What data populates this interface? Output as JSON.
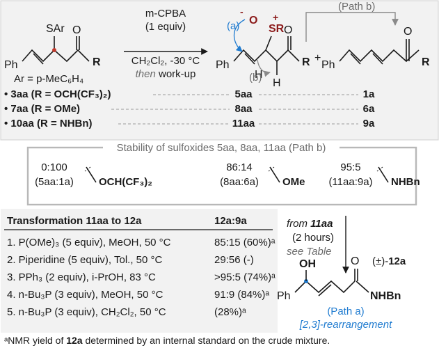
{
  "reaction": {
    "sm_phenyl": "Ph",
    "sm_sar": "SAr",
    "sm_oxygen": "O",
    "sm_r": "R",
    "sm_ar_def": "Ar = p-MeC₆H₄",
    "reagent": "m-CPBA",
    "equiv": "(1 equiv)",
    "reagent_amount": "",
    "conditions": "CH₂Cl₂, -30 °C",
    "then": "then",
    "workup": "work-up",
    "int_phenyl": "Ph",
    "int_oxygen": "O",
    "int_r": "R",
    "int_h1": "H",
    "int_h2": "H",
    "oxide_o": "O",
    "oxide_minus": "-",
    "sulfonium_sr": "SR",
    "sulfonium_plus": "+",
    "curve_a": "(a)",
    "curve_b": "(b)",
    "plus": "+",
    "diene_phenyl": "Ph",
    "diene_oxygen": "O",
    "diene_r": "R",
    "path_b_label": "(Path b)",
    "rows": [
      {
        "sm": "• 3aa (R = OCH(CF₃)₂)",
        "sulfoxide": "5aa",
        "diene": "1a"
      },
      {
        "sm": "• 7aa (R = OMe)",
        "sulfoxide": "8aa",
        "diene": "6a"
      },
      {
        "sm": "• 10aa (R = NHBn)",
        "sulfoxide": "11aa",
        "diene": "9a"
      }
    ]
  },
  "stability": {
    "title": "Stability of sulfoxides 5aa, 8aa, 11aa (Path b)",
    "entries": [
      {
        "ratio": "0:100",
        "label": "(5aa:1a)",
        "group": "OCH(CF₃)₂"
      },
      {
        "ratio": "86:14",
        "label": "(8aa:6a)",
        "group": "OMe"
      },
      {
        "ratio": "95:5",
        "label": "(11aa:9a)",
        "group": "NHBn"
      }
    ]
  },
  "table": {
    "header_left": "Transformation 11aa to 12a",
    "header_right": "12a:9a",
    "rows": [
      {
        "conditions": "1. P(OMe)₃ (5 equiv), MeOH, 50 °C",
        "result": "85:15 (60%)ᵃ"
      },
      {
        "conditions": "2. Piperidine (5 equiv), Tol., 50 °C",
        "result": "29:56 (-)"
      },
      {
        "conditions": "3. PPh₃ (2 equiv), i-PrOH, 83 °C",
        "result": ">95:5 (74%)ᵃ"
      },
      {
        "conditions": "4. n-Bu₃P (3 equiv), MeOH, 50 °C",
        "result": "91:9 (84%)ᵃ"
      },
      {
        "conditions": "5. n-Bu₃P (3 equiv), CH₂Cl₂, 50 °C",
        "result": "(28%)ᵃ"
      }
    ]
  },
  "rearr": {
    "from": "from",
    "from_compound": "11aa",
    "time": "(2 hours)",
    "see_table": "see Table",
    "racemic": "(±)-",
    "product": "12a",
    "prod_phenyl": "Ph",
    "prod_oh": "OH",
    "prod_oxygen": "O",
    "prod_nhbn": "NHBn",
    "path_a": "(Path a)",
    "type": "[2,3]-rearrangement"
  },
  "footnote": {
    "part1": "ᵃNMR yield of ",
    "compound": "12a",
    "part2": " determined by an internal standard on the crude mixture."
  }
}
